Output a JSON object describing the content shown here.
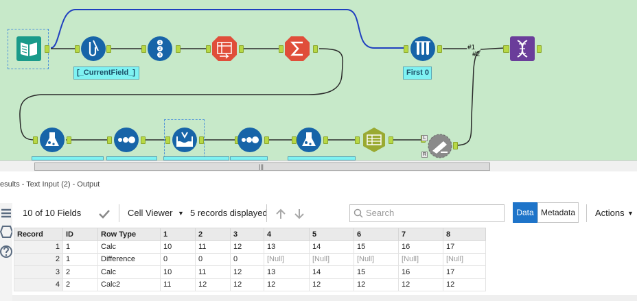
{
  "canvas": {
    "tools": [
      {
        "name": "text-input-tool",
        "icon": "book-icon",
        "color": "#1a9a8a"
      },
      {
        "name": "formula-tool",
        "icon": "test-tube-icon",
        "color": "#1764a8"
      },
      {
        "name": "record-id-tool",
        "icon": "numbered-circles-icon",
        "color": "#1764a8"
      },
      {
        "name": "cross-tab-tool",
        "icon": "table-arrow-icon",
        "color": "#e04e3a"
      },
      {
        "name": "summarize-tool",
        "icon": "sigma-icon",
        "color": "#e04e3a"
      },
      {
        "name": "multi-row-formula-tool",
        "icon": "test-tubes-icon",
        "color": "#1764a8"
      },
      {
        "name": "join-multiple-tool",
        "icon": "dna-icon",
        "color": "#6a3d9a"
      },
      {
        "name": "multi-field-formula-tool",
        "icon": "flask-icon",
        "color": "#1764a8"
      },
      {
        "name": "sample-tool-1",
        "icon": "dots-icon",
        "color": "#1764a8"
      },
      {
        "name": "data-cleansing-tool",
        "icon": "cleanse-icon",
        "color": "#1764a8"
      },
      {
        "name": "sample-tool-2",
        "icon": "dots-icon",
        "color": "#1764a8"
      },
      {
        "name": "formula-tool-2",
        "icon": "flask-icon",
        "color": "#1764a8"
      },
      {
        "name": "transpose-tool",
        "icon": "table-list-icon",
        "color": "#9aaa32"
      },
      {
        "name": "join-tool-disabled",
        "icon": "join-icon",
        "color": "#8a8a8a"
      }
    ],
    "labels": {
      "current_field": "[_CurrentField_]",
      "first_0": "First 0",
      "conn_1": "#1",
      "conn_2": "#2",
      "anchor_l": "L",
      "anchor_r": "R"
    },
    "scroll_grip": "|||",
    "wire_color_blue": "#1f3fbf",
    "wire_color_dark": "#2a2a2a"
  },
  "results": {
    "title": "esults - Text Input (2) - Output",
    "toolbar": {
      "fields": "10 of 10 Fields",
      "cell_viewer": "Cell Viewer",
      "records": "5 records displayed",
      "search_placeholder": "Search",
      "data": "Data",
      "metadata": "Metadata",
      "actions": "Actions"
    },
    "columns": [
      "Record",
      "ID",
      "Row Type",
      "1",
      "2",
      "3",
      "4",
      "5",
      "6",
      "7",
      "8"
    ],
    "rows": [
      [
        "1",
        "1",
        "Calc",
        "10",
        "11",
        "12",
        "13",
        "14",
        "15",
        "16",
        "17"
      ],
      [
        "2",
        "1",
        "Difference",
        "0",
        "0",
        "0",
        "[Null]",
        "[Null]",
        "[Null]",
        "[Null]",
        "[Null]"
      ],
      [
        "3",
        "2",
        "Calc",
        "10",
        "11",
        "12",
        "13",
        "14",
        "15",
        "16",
        "17"
      ],
      [
        "4",
        "2",
        "Calc2",
        "11",
        "12",
        "12",
        "12",
        "12",
        "12",
        "12",
        "12"
      ]
    ]
  }
}
